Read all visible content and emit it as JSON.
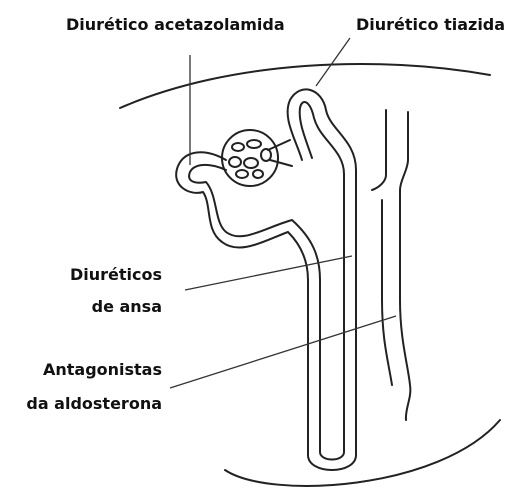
{
  "labels": {
    "acetazolamide": "Diurético acetazolamida",
    "thiazide": "Diurético tiazida",
    "loop_line1": "Diuréticos",
    "loop_line2": "de ansa",
    "aldo_line1": "Antagonistas",
    "aldo_line2": "da aldosterona"
  },
  "colors": {
    "stroke": "#222222",
    "text": "#111111"
  }
}
